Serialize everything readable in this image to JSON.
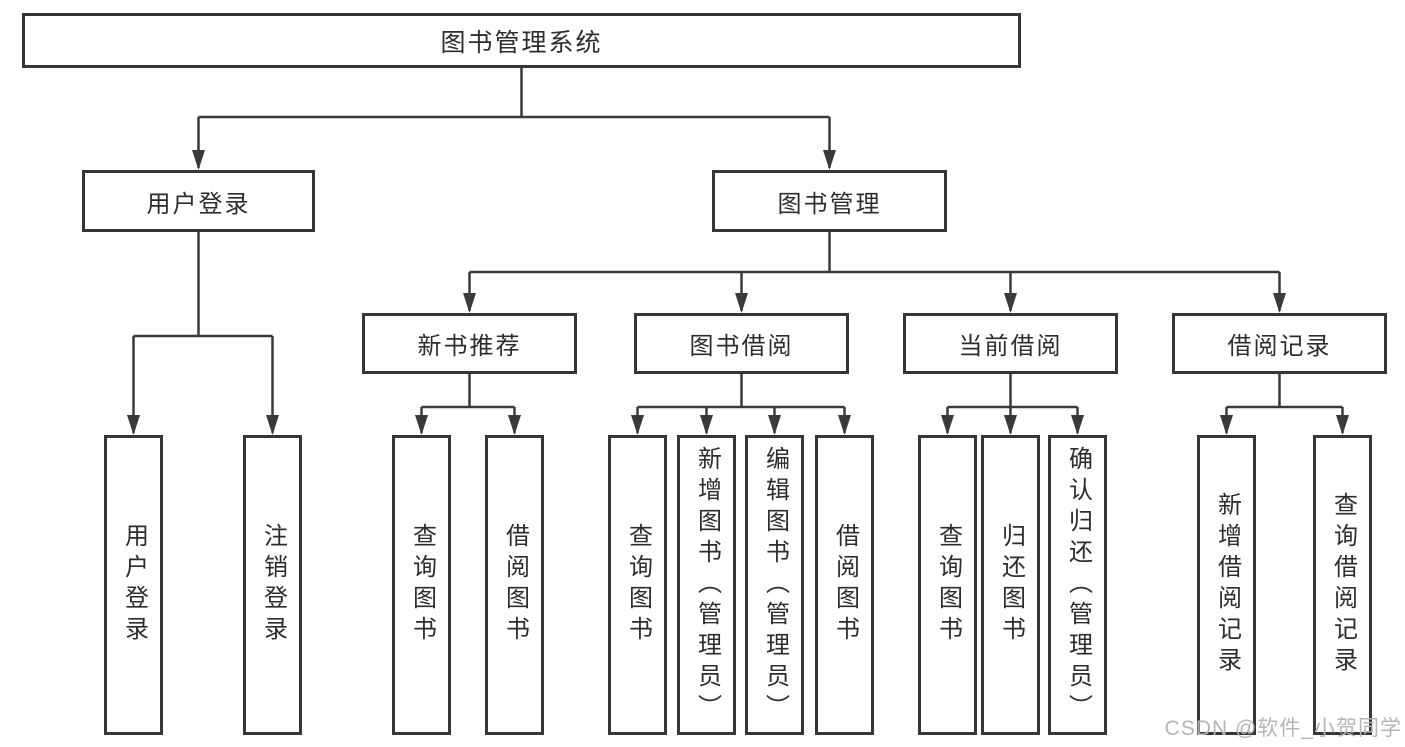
{
  "tree": {
    "label": "图书管理系统",
    "children": [
      {
        "label": "用户登录",
        "children": [
          {
            "label": "用户登录"
          },
          {
            "label": "注销登录"
          }
        ]
      },
      {
        "label": "图书管理",
        "children": [
          {
            "label": "新书推荐",
            "children": [
              {
                "label": "查询图书"
              },
              {
                "label": "借阅图书"
              }
            ]
          },
          {
            "label": "图书借阅",
            "children": [
              {
                "label": "查询图书"
              },
              {
                "label": "新增图书（管理员）"
              },
              {
                "label": "编辑图书（管理员）"
              },
              {
                "label": "借阅图书"
              }
            ]
          },
          {
            "label": "当前借阅",
            "children": [
              {
                "label": "查询图书"
              },
              {
                "label": "归还图书"
              },
              {
                "label": "确认归还（管理员）"
              }
            ]
          },
          {
            "label": "借阅记录",
            "children": [
              {
                "label": "新增借阅记录"
              },
              {
                "label": "查询借阅记录"
              }
            ]
          }
        ]
      }
    ]
  },
  "colors": {
    "line": "#3a3a3a",
    "box_border": "#363636",
    "box_fill": "#ffffff",
    "text": "#2d2d2d",
    "watermark": "#b5b5b5"
  },
  "watermark": {
    "text": "CSDN @软件_小贺同学"
  }
}
